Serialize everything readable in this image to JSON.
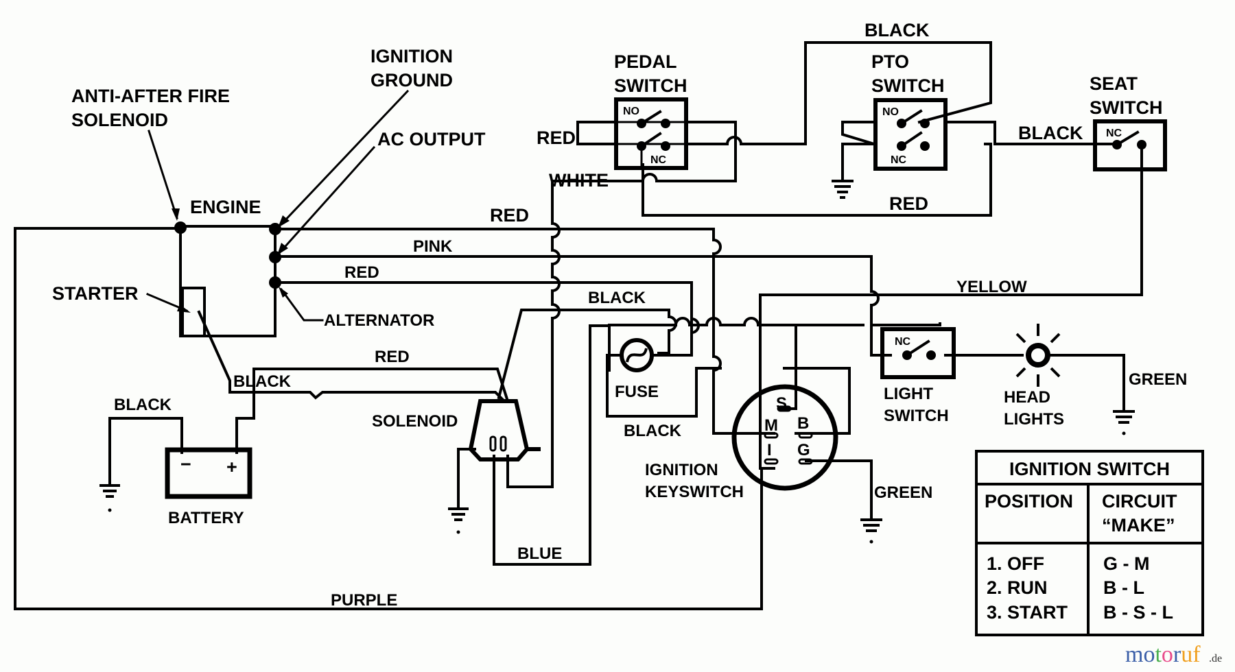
{
  "diagram": {
    "components": {
      "engine": "ENGINE",
      "anti_after_fire_1": "ANTI-AFTER FIRE",
      "anti_after_fire_2": "SOLENOID",
      "ignition_ground_1": "IGNITION",
      "ignition_ground_2": "GROUND",
      "ac_output": "AC OUTPUT",
      "alternator": "ALTERNATOR",
      "starter": "STARTER",
      "battery": "BATTERY",
      "battery_neg": "−",
      "battery_pos": "+",
      "solenoid": "SOLENOID",
      "fuse": "FUSE",
      "ignition_keyswitch_1": "IGNITION",
      "ignition_keyswitch_2": "KEYSWITCH",
      "pedal_switch_1": "PEDAL",
      "pedal_switch_2": "SWITCH",
      "pto_switch_1": "PTO",
      "pto_switch_2": "SWITCH",
      "seat_switch_1": "SEAT",
      "seat_switch_2": "SWITCH",
      "light_switch_1": "LIGHT",
      "light_switch_2": "SWITCH",
      "head_lights_1": "HEAD",
      "head_lights_2": "LIGHTS"
    },
    "contacts": {
      "no": "NO",
      "nc": "NC"
    },
    "keyswitch_terminals": {
      "s": "S",
      "m": "M",
      "b": "B",
      "i": "I",
      "g": "G"
    },
    "wires": {
      "black_top": "BLACK",
      "red_pedal": "RED",
      "white": "WHITE",
      "red_pto": "RED",
      "black_seat": "BLACK",
      "red_main": "RED",
      "pink": "PINK",
      "red_alt": "RED",
      "black_mid": "BLACK",
      "yellow": "YELLOW",
      "black_starter": "BLACK",
      "red_solenoid": "RED",
      "black_battery": "BLACK",
      "black_fuse": "BLACK",
      "green_headlight": "GREEN",
      "green_key": "GREEN",
      "blue": "BLUE",
      "purple": "PURPLE"
    },
    "ignition_table": {
      "title": "IGNITION SWITCH",
      "col_position": "POSITION",
      "col_circuit_1": "CIRCUIT",
      "col_circuit_2": "“MAKE”",
      "rows": [
        {
          "position": "1. OFF",
          "circuit": "G - M"
        },
        {
          "position": "2. RUN",
          "circuit": "B - L"
        },
        {
          "position": "3. START",
          "circuit": "B - S - L"
        }
      ]
    },
    "watermark": {
      "letters": [
        "m",
        "o",
        "t",
        "o",
        "r",
        "u",
        "f"
      ],
      "colors": [
        "#3b5fa8",
        "#3b5fa8",
        "#4caf50",
        "#e84a8a",
        "#3b5fa8",
        "#f0a020",
        "#f0a020"
      ],
      "suffix": ".de"
    }
  }
}
